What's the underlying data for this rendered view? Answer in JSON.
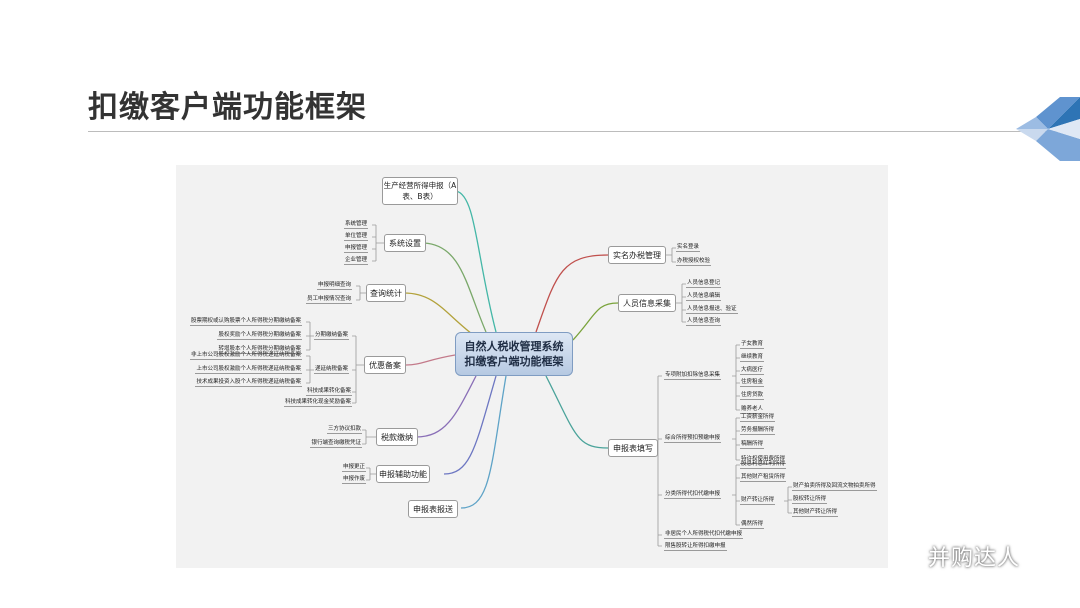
{
  "slide": {
    "title": "扣缴客户端功能框架",
    "accent_color": "#2e74b5"
  },
  "center": {
    "line1": "自然人税收管理系统",
    "line2": "扣缴客户端功能框架"
  },
  "branches": {
    "production": "生产经营所得申报（A表、B表）",
    "system": "系统设置",
    "query": "查询统计",
    "preferential": "优惠备案",
    "tax_payment": "税款缴纳",
    "aux": "申报辅助功能",
    "report_send": "申报表报送",
    "realname": "实名办税管理",
    "personnel": "人员信息采集",
    "filing": "申报表填写"
  },
  "leaves": {
    "system": [
      "系统管理",
      "单位管理",
      "申报管理",
      "企业管理"
    ],
    "query": [
      "申报明细查询",
      "员工申报情况查询"
    ],
    "fenqi": "分期缴纳备案",
    "fenqi_items": [
      "股票期权或认购股票个人所得税分期缴纳备案",
      "股权奖励个人所得税分期缴纳备案",
      "转增股本个人所得税分期缴纳备案"
    ],
    "diyan": "递延纳税备案",
    "diyan_items": [
      "非上市公司股权激励个人所得税递延纳税备案",
      "上市公司股权激励个人所得税递延纳税备案",
      "技术成果投资入股个人所得税递延纳税备案"
    ],
    "keji": [
      "科技成果转化备案",
      "科技成果转化现金奖励备案"
    ],
    "tax_payment": [
      "三方协议扣款",
      "银行端查询缴税凭证"
    ],
    "aux": [
      "申报更正",
      "申报作废"
    ],
    "realname": [
      "实名登录",
      "办税授权校验"
    ],
    "personnel": [
      "人员信息登记",
      "人员信息编辑",
      "人员信息报送、验证",
      "人员信息查询"
    ],
    "zhuanxiang": "专项附加扣除信息采集",
    "zhuanxiang_items": [
      "子女教育",
      "继续教育",
      "大病医疗",
      "住房租金",
      "住房贷款",
      "赡养老人"
    ],
    "zonghe": "综合所得预扣预缴申报",
    "zonghe_items": [
      "工资薪金所得",
      "劳务报酬所得",
      "稿酬所得",
      "特许权使用费所得"
    ],
    "fenlei": "分类所得代扣代缴申报",
    "fenlei_items": [
      "股息利息红利所得",
      "其他财产租赁所得"
    ],
    "caichan": "财产转让所得",
    "caichan_items": [
      "财产拍卖所得及回流文物拍卖所得",
      "股权转让所得",
      "其他财产转让所得"
    ],
    "ouran": "偶然所得",
    "feijumin": "非居民个人所得税代扣代缴申报",
    "xianjin": "限售股转让所得扣缴申报"
  },
  "watermark": {
    "text": "并购达人",
    "icon": "wechat-icon"
  },
  "logo": {
    "icon": "arrow-chevron-logo",
    "colors": [
      "#2e74b5",
      "#7da7d9",
      "#c9d9ee"
    ]
  }
}
